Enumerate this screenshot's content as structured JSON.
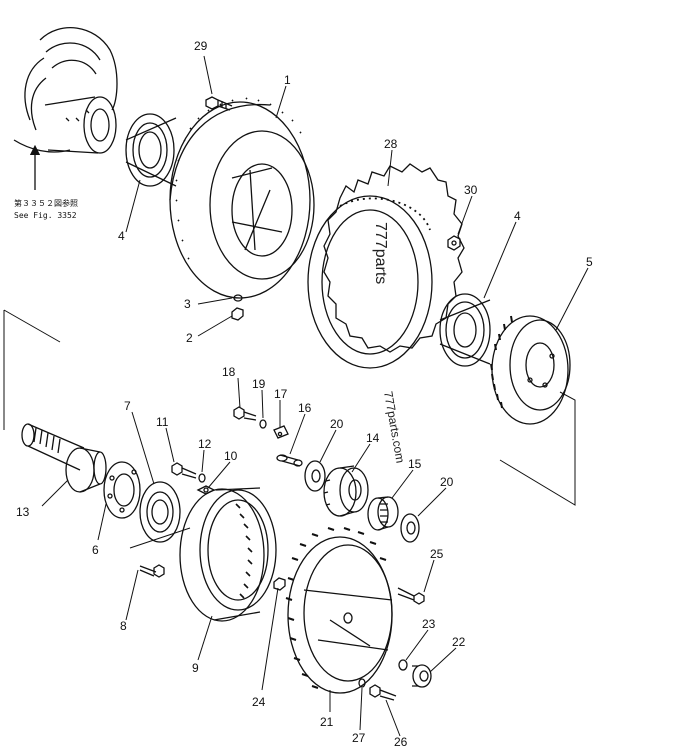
{
  "reference_note": {
    "line1": "第３３５２図参照",
    "line2": "See Fig. 3352"
  },
  "watermarks": [
    "777parts",
    "777parts.com"
  ],
  "callouts": [
    {
      "id": "c29",
      "text": "29"
    },
    {
      "id": "c1",
      "text": "1"
    },
    {
      "id": "c28",
      "text": "28"
    },
    {
      "id": "c30",
      "text": "30"
    },
    {
      "id": "c4a",
      "text": "4"
    },
    {
      "id": "c4b",
      "text": "4"
    },
    {
      "id": "c5",
      "text": "5"
    },
    {
      "id": "c3",
      "text": "3"
    },
    {
      "id": "c2",
      "text": "2"
    },
    {
      "id": "c18",
      "text": "18"
    },
    {
      "id": "c19",
      "text": "19"
    },
    {
      "id": "c17",
      "text": "17"
    },
    {
      "id": "c16",
      "text": "16"
    },
    {
      "id": "c20a",
      "text": "20"
    },
    {
      "id": "c14",
      "text": "14"
    },
    {
      "id": "c15",
      "text": "15"
    },
    {
      "id": "c20b",
      "text": "20"
    },
    {
      "id": "c7",
      "text": "7"
    },
    {
      "id": "c11",
      "text": "11"
    },
    {
      "id": "c12",
      "text": "12"
    },
    {
      "id": "c10",
      "text": "10"
    },
    {
      "id": "c13",
      "text": "13"
    },
    {
      "id": "c6",
      "text": "6"
    },
    {
      "id": "c8",
      "text": "8"
    },
    {
      "id": "c9",
      "text": "9"
    },
    {
      "id": "c24",
      "text": "24"
    },
    {
      "id": "c25",
      "text": "25"
    },
    {
      "id": "c23",
      "text": "23"
    },
    {
      "id": "c22",
      "text": "22"
    },
    {
      "id": "c21",
      "text": "21"
    },
    {
      "id": "c27",
      "text": "27"
    },
    {
      "id": "c26",
      "text": "26"
    }
  ]
}
